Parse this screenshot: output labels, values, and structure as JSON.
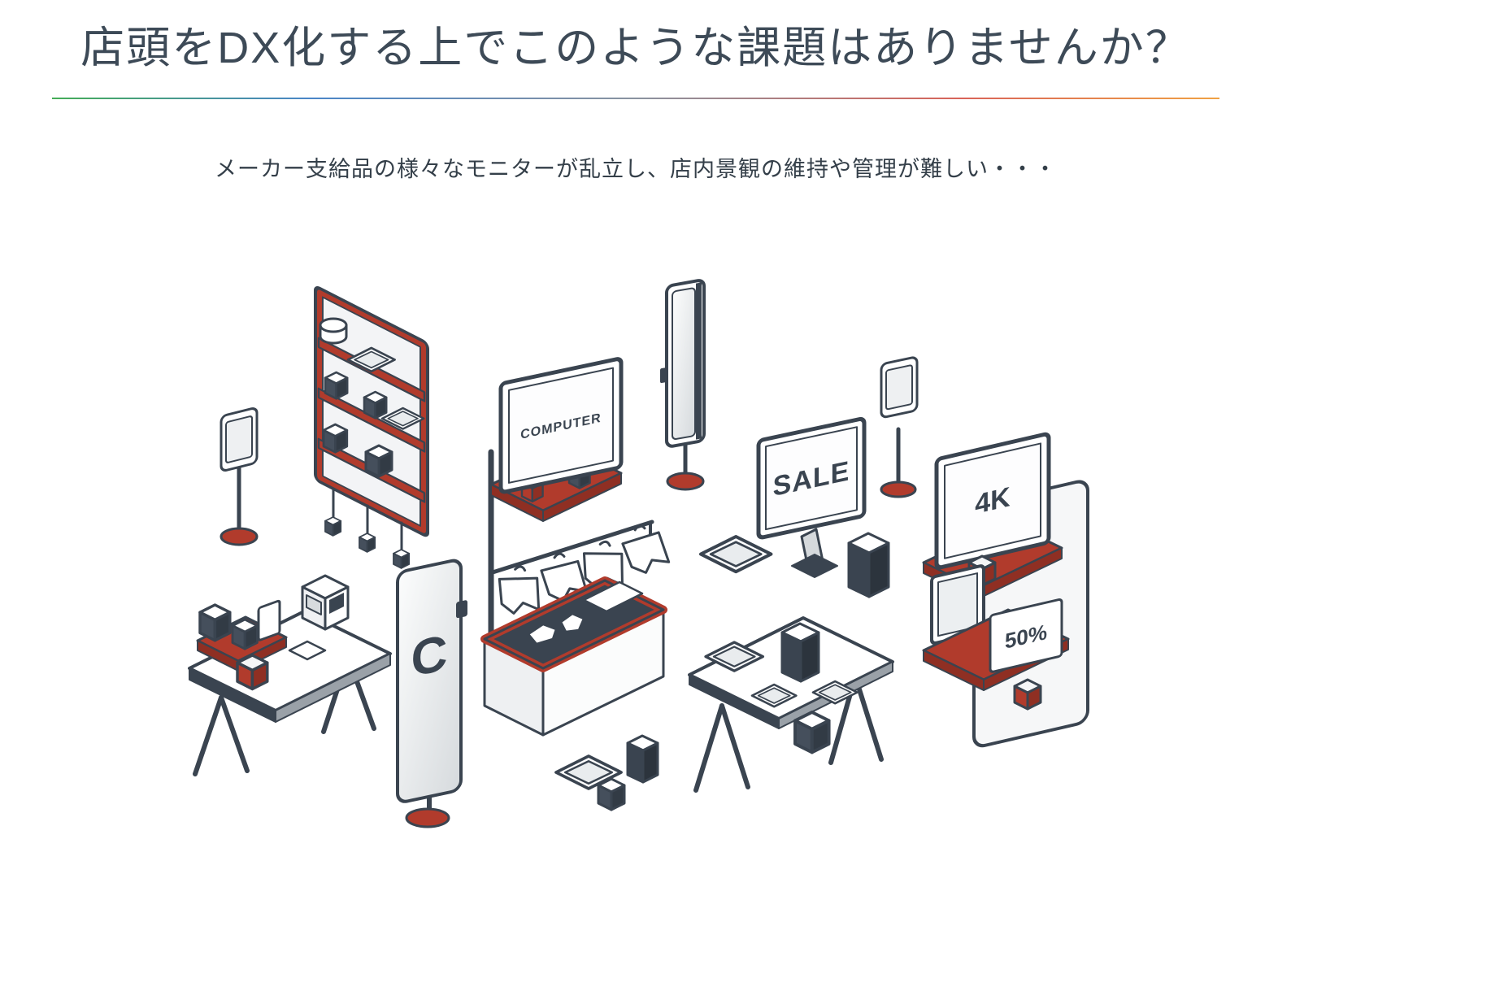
{
  "page": {
    "heading": "店頭をDX化する上でこのような課題はありませんか？",
    "subtitle": "メーカー支給品の様々なモニターが乱立し、店内景観の維持や管理が難しい・・・"
  },
  "illustration": {
    "labels": {
      "computer_monitor": "COMPUTER",
      "sale_monitor": "SALE",
      "monitor_4k": "4K",
      "discount_sign": "50%",
      "door_sign": "C"
    }
  },
  "colors": {
    "heading_text": "#3d4a57",
    "illustration_ink": "#3a4450",
    "illustration_accent": "#b13b2c",
    "divider_gradient": [
      "#45ad57",
      "#4a86c8",
      "#8a93a0",
      "#d96459",
      "#f0a244"
    ]
  }
}
